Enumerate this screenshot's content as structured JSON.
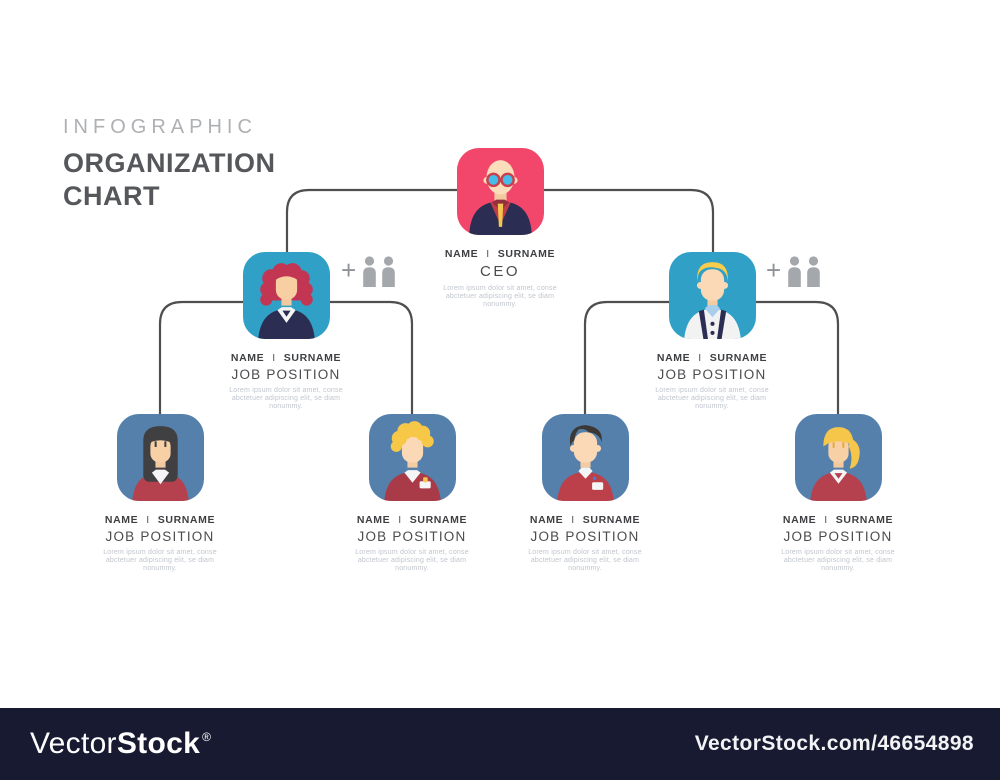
{
  "title": {
    "eyebrow": "INFOGRAPHIC",
    "line1": "ORGANIZATION",
    "line2": "CHART"
  },
  "nodes": {
    "ceo": {
      "name": "NAME",
      "separator": "I",
      "surname": "SURNAME",
      "position": "CEO",
      "avatar": "bald-man-with-round-glasses-suit-tie",
      "desc": [
        "Lorem ipsum dolor sit amet, conse",
        "abctetuer adipiscing elit, se diam",
        "nonummy."
      ]
    },
    "manager_left": {
      "name": "NAME",
      "separator": "I",
      "surname": "SURNAME",
      "position": "JOB POSITION",
      "avatar": "woman-curly-red-hair-navy-suit",
      "desc": [
        "Lorem ipsum dolor sit amet, conse",
        "abctetuer adipiscing elit, se diam",
        "nonummy."
      ]
    },
    "manager_right": {
      "name": "NAME",
      "separator": "I",
      "surname": "SURNAME",
      "position": "JOB POSITION",
      "avatar": "blond-man-white-shirt-suspenders",
      "desc": [
        "Lorem ipsum dolor sit amet, conse",
        "abctetuer adipiscing elit, se diam",
        "nonummy."
      ]
    },
    "employee_1": {
      "name": "NAME",
      "separator": "I",
      "surname": "SURNAME",
      "position": "JOB POSITION",
      "avatar": "woman-long-dark-hair-red-top",
      "desc": [
        "Lorem ipsum dolor sit amet, conse",
        "abctetuer adipiscing elit, se diam",
        "nonummy."
      ]
    },
    "employee_2": {
      "name": "NAME",
      "separator": "I",
      "surname": "SURNAME",
      "position": "JOB POSITION",
      "avatar": "blond-curly-man-red-sweater-badge",
      "desc": [
        "Lorem ipsum dolor sit amet, conse",
        "abctetuer adipiscing elit, se diam",
        "nonummy."
      ]
    },
    "employee_3": {
      "name": "NAME",
      "separator": "I",
      "surname": "SURNAME",
      "position": "JOB POSITION",
      "avatar": "dark-haired-man-red-shirt-badge",
      "desc": [
        "Lorem ipsum dolor sit amet, conse",
        "abctetuer adipiscing elit, se diam",
        "nonummy."
      ]
    },
    "employee_4": {
      "name": "NAME",
      "separator": "I",
      "surname": "SURNAME",
      "position": "JOB POSITION",
      "avatar": "blonde-woman-ponytail-red-top",
      "desc": [
        "Lorem ipsum dolor sit amet, conse",
        "abctetuer adipiscing elit, se diam",
        "nonummy."
      ]
    }
  },
  "addons": {
    "plus": "+"
  },
  "watermark": {
    "logo_regular": "Vector",
    "logo_bold": "Stock",
    "registered": "®",
    "site": "VectorStock.com/46654898"
  },
  "colors": {
    "ceo_box": "#f2476a",
    "manager_box": "#31a0c6",
    "employee_box": "#5480ab",
    "connector": "#4f4f4f",
    "footer_bar": "#171a30",
    "suit_navy": "#2b2e52",
    "icon_gray": "#a4a7ab"
  }
}
